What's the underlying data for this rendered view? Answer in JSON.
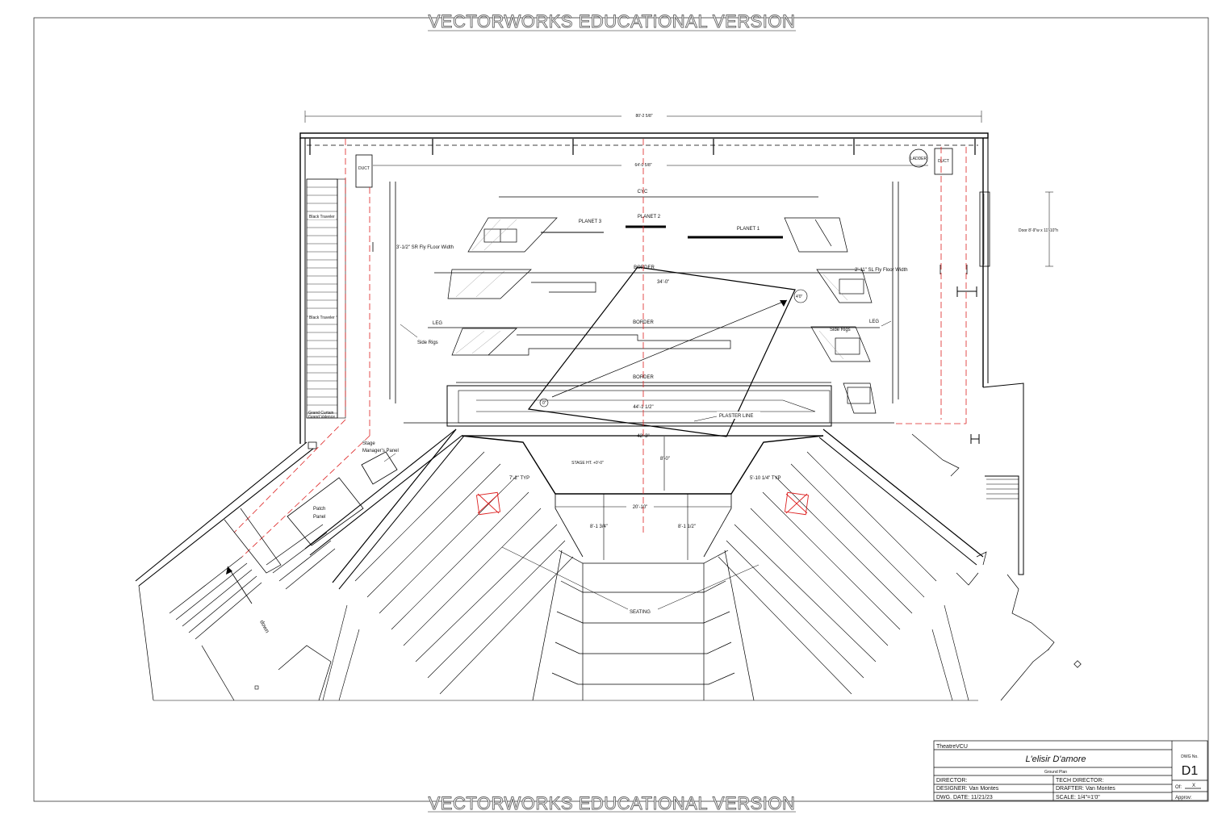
{
  "watermark": "VECTORWORKS EDUCATIONAL VERSION",
  "dimensions": {
    "overall_width": "80'-2 5/8\"",
    "inner_width": "64'-0 5/8\"",
    "depth": "34'-0\"",
    "proscenium": "44'-1 1/2\"",
    "apron_width": "42'-3\"",
    "apron_depth": "8'-0\"",
    "stage_ht": "STAGE HT. +0'-0\"",
    "typ_left": "7'-2\" TYP",
    "typ_right": "5'-10 1/4\" TYP",
    "center_width": "20'-10\"",
    "aisle_left": "8'-1 3/4\"",
    "aisle_right": "8'-1 1/2\"",
    "sr_fly": "3'-1/2\" SR Fly FLoor Width",
    "sl_fly": "2'-11\" SL Fly Floor Width",
    "door": "Door 8'-9\"w x 11'-10\"h"
  },
  "labels": {
    "cyc": "CYC",
    "planet1": "PLANET 1",
    "planet2": "PLANET 2",
    "planet3": "PLANET 3",
    "border": "BORDER",
    "leg": "LEG",
    "side_rigs": "Side Rigs",
    "plaster_line": "PLASTER LINE",
    "seating": "SEATING",
    "stage_manager": [
      "Stage",
      "Manager's Panel"
    ],
    "patch_panel": [
      "Patch",
      "Panel"
    ],
    "down": "down",
    "duct": "DUCT",
    "ladder": "LADDER",
    "black_traveler": "Black Traveler",
    "grand_curtain": "Grand Curtain",
    "grand_valence": "Grand Valence",
    "ramp_low": "0\"",
    "ramp_high": "4'0\""
  },
  "title_block": {
    "company": "TheatreVCU",
    "show_title": "L'elisir D'amore",
    "sheet_name": "Ground Plan",
    "director_label": "DIRECTOR:",
    "tech_director_label": "TECH DIRECTOR:",
    "designer": "DESIGNER:   Van Montes",
    "drafter": "DRAFTER:    Van Montes",
    "dwg_date": "DWG. DATE:   11/21/23",
    "scale": "SCALE:   1/4\"=1'0\"",
    "dwg_no_label": "DWG No.",
    "dwg_no": "D1",
    "of_label": "Of:",
    "of_value": "X",
    "approv_label": "Approv:"
  }
}
